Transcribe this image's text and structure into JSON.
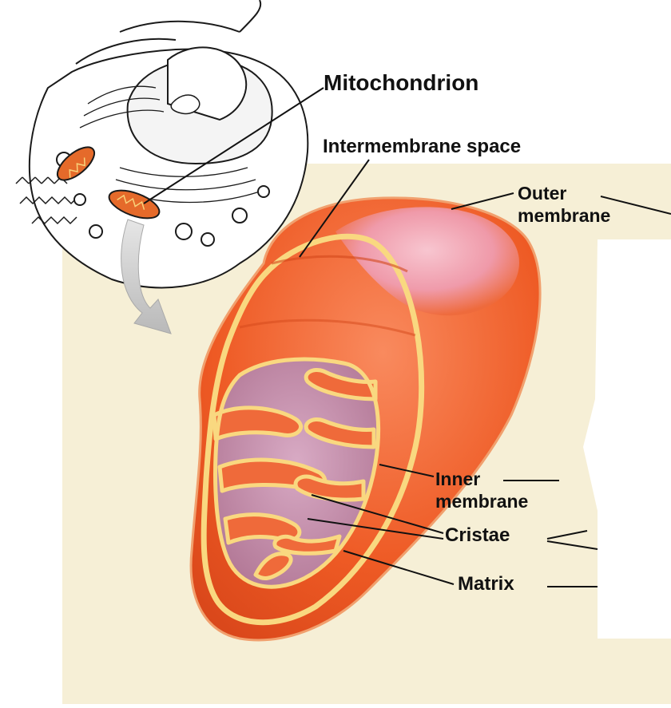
{
  "labels": {
    "mitochondrion": "Mitochondrion",
    "intermembrane_space": "Intermembrane space",
    "outer_membrane_line1": "Outer",
    "outer_membrane_line2": "membrane",
    "inner_membrane_line1": "Inner",
    "inner_membrane_line2": "membrane",
    "cristae": "Cristae",
    "matrix": "Matrix"
  },
  "colors": {
    "background_panel": "#f6efd6",
    "outer_membrane": "#ef5a22",
    "outer_membrane_highlight": "#f7a68a",
    "inner_membrane_outline": "#f9d880",
    "matrix": "#c98ca5",
    "cell_outline": "#1a1a1a",
    "arrow": "#c8c8c8"
  },
  "icons": {
    "cell_diagram": "cell-illustration",
    "zoom_arrow": "curved-arrow"
  }
}
